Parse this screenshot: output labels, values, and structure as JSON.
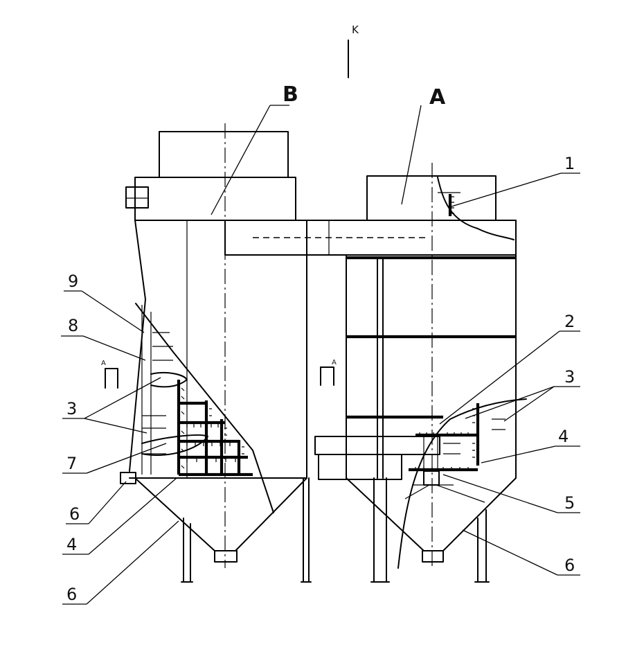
{
  "labels": {
    "top_marker": "K",
    "unit_b": "B",
    "unit_a": "A",
    "section_left": "A",
    "section_right": "A",
    "n1": "1",
    "n2": "2",
    "n3_right": "3",
    "n4_right": "4",
    "n5": "5",
    "n6_right": "6",
    "n9": "9",
    "n8": "8",
    "n3_left": "3",
    "n7": "7",
    "n6_left_a": "6",
    "n4_left": "4",
    "n6_left_b": "6"
  }
}
